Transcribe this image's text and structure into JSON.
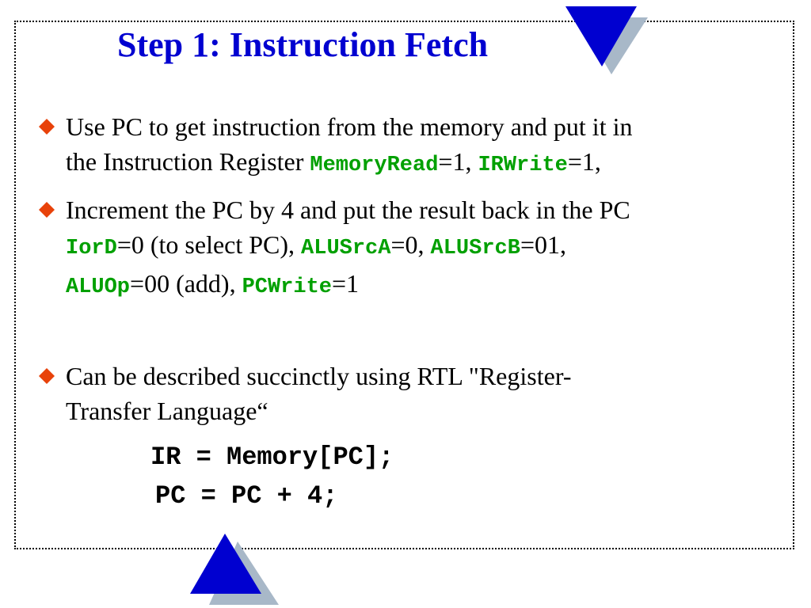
{
  "slide": {
    "title": "Step 1:  Instruction Fetch",
    "colors": {
      "title": "#0000d0",
      "keyword": "#00a000",
      "bullet": "#e8420a",
      "triangle": "#0000d0",
      "triangle_shadow": "#a8b8c8"
    },
    "icons": {
      "bullet": "diamond-bullet-icon",
      "decor_top": "down-triangle-icon",
      "decor_bottom": "up-triangle-icon"
    },
    "bullets": [
      {
        "line1": "Use PC to get instruction from the memory and put it in",
        "line2_prefix": "the Instruction Register ",
        "kw1": "MemoryRead",
        "sep1": "=1, ",
        "kw2": "IRWrite",
        "sep2": "=1,"
      },
      {
        "line1": "Increment the PC by 4 and put the result back in the PC",
        "kw1": "IorD",
        "sep1": "=0 (to select PC), ",
        "kw2": "ALUSrcA",
        "sep2": "=0, ",
        "kw3": "ALUSrcB",
        "sep3": "=01,",
        "kw4": "ALUOp",
        "sep4": "=00 (add), ",
        "kw5": "PCWrite",
        "sep5": "=1"
      },
      {
        "line1": "Can be described succinctly using RTL \"Register-",
        "line2": "Transfer Language“"
      }
    ],
    "code": [
      "IR = Memory[PC];",
      "PC = PC + 4;"
    ]
  }
}
